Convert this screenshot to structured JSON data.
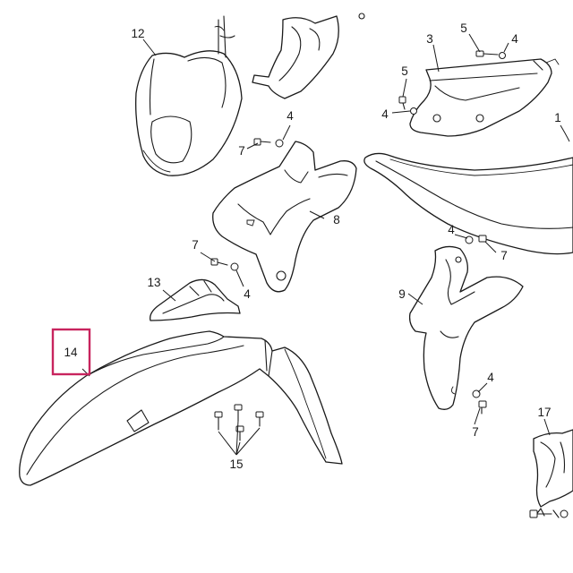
{
  "callouts": {
    "c1": "1",
    "c3": "3",
    "c4": "4",
    "c5": "5",
    "c7": "7",
    "c8": "8",
    "c9": "9",
    "c12": "12",
    "c13": "13",
    "c14": "14",
    "c15": "15",
    "c17": "17"
  },
  "highlight": {
    "part": "14",
    "color": "#c8245e"
  }
}
